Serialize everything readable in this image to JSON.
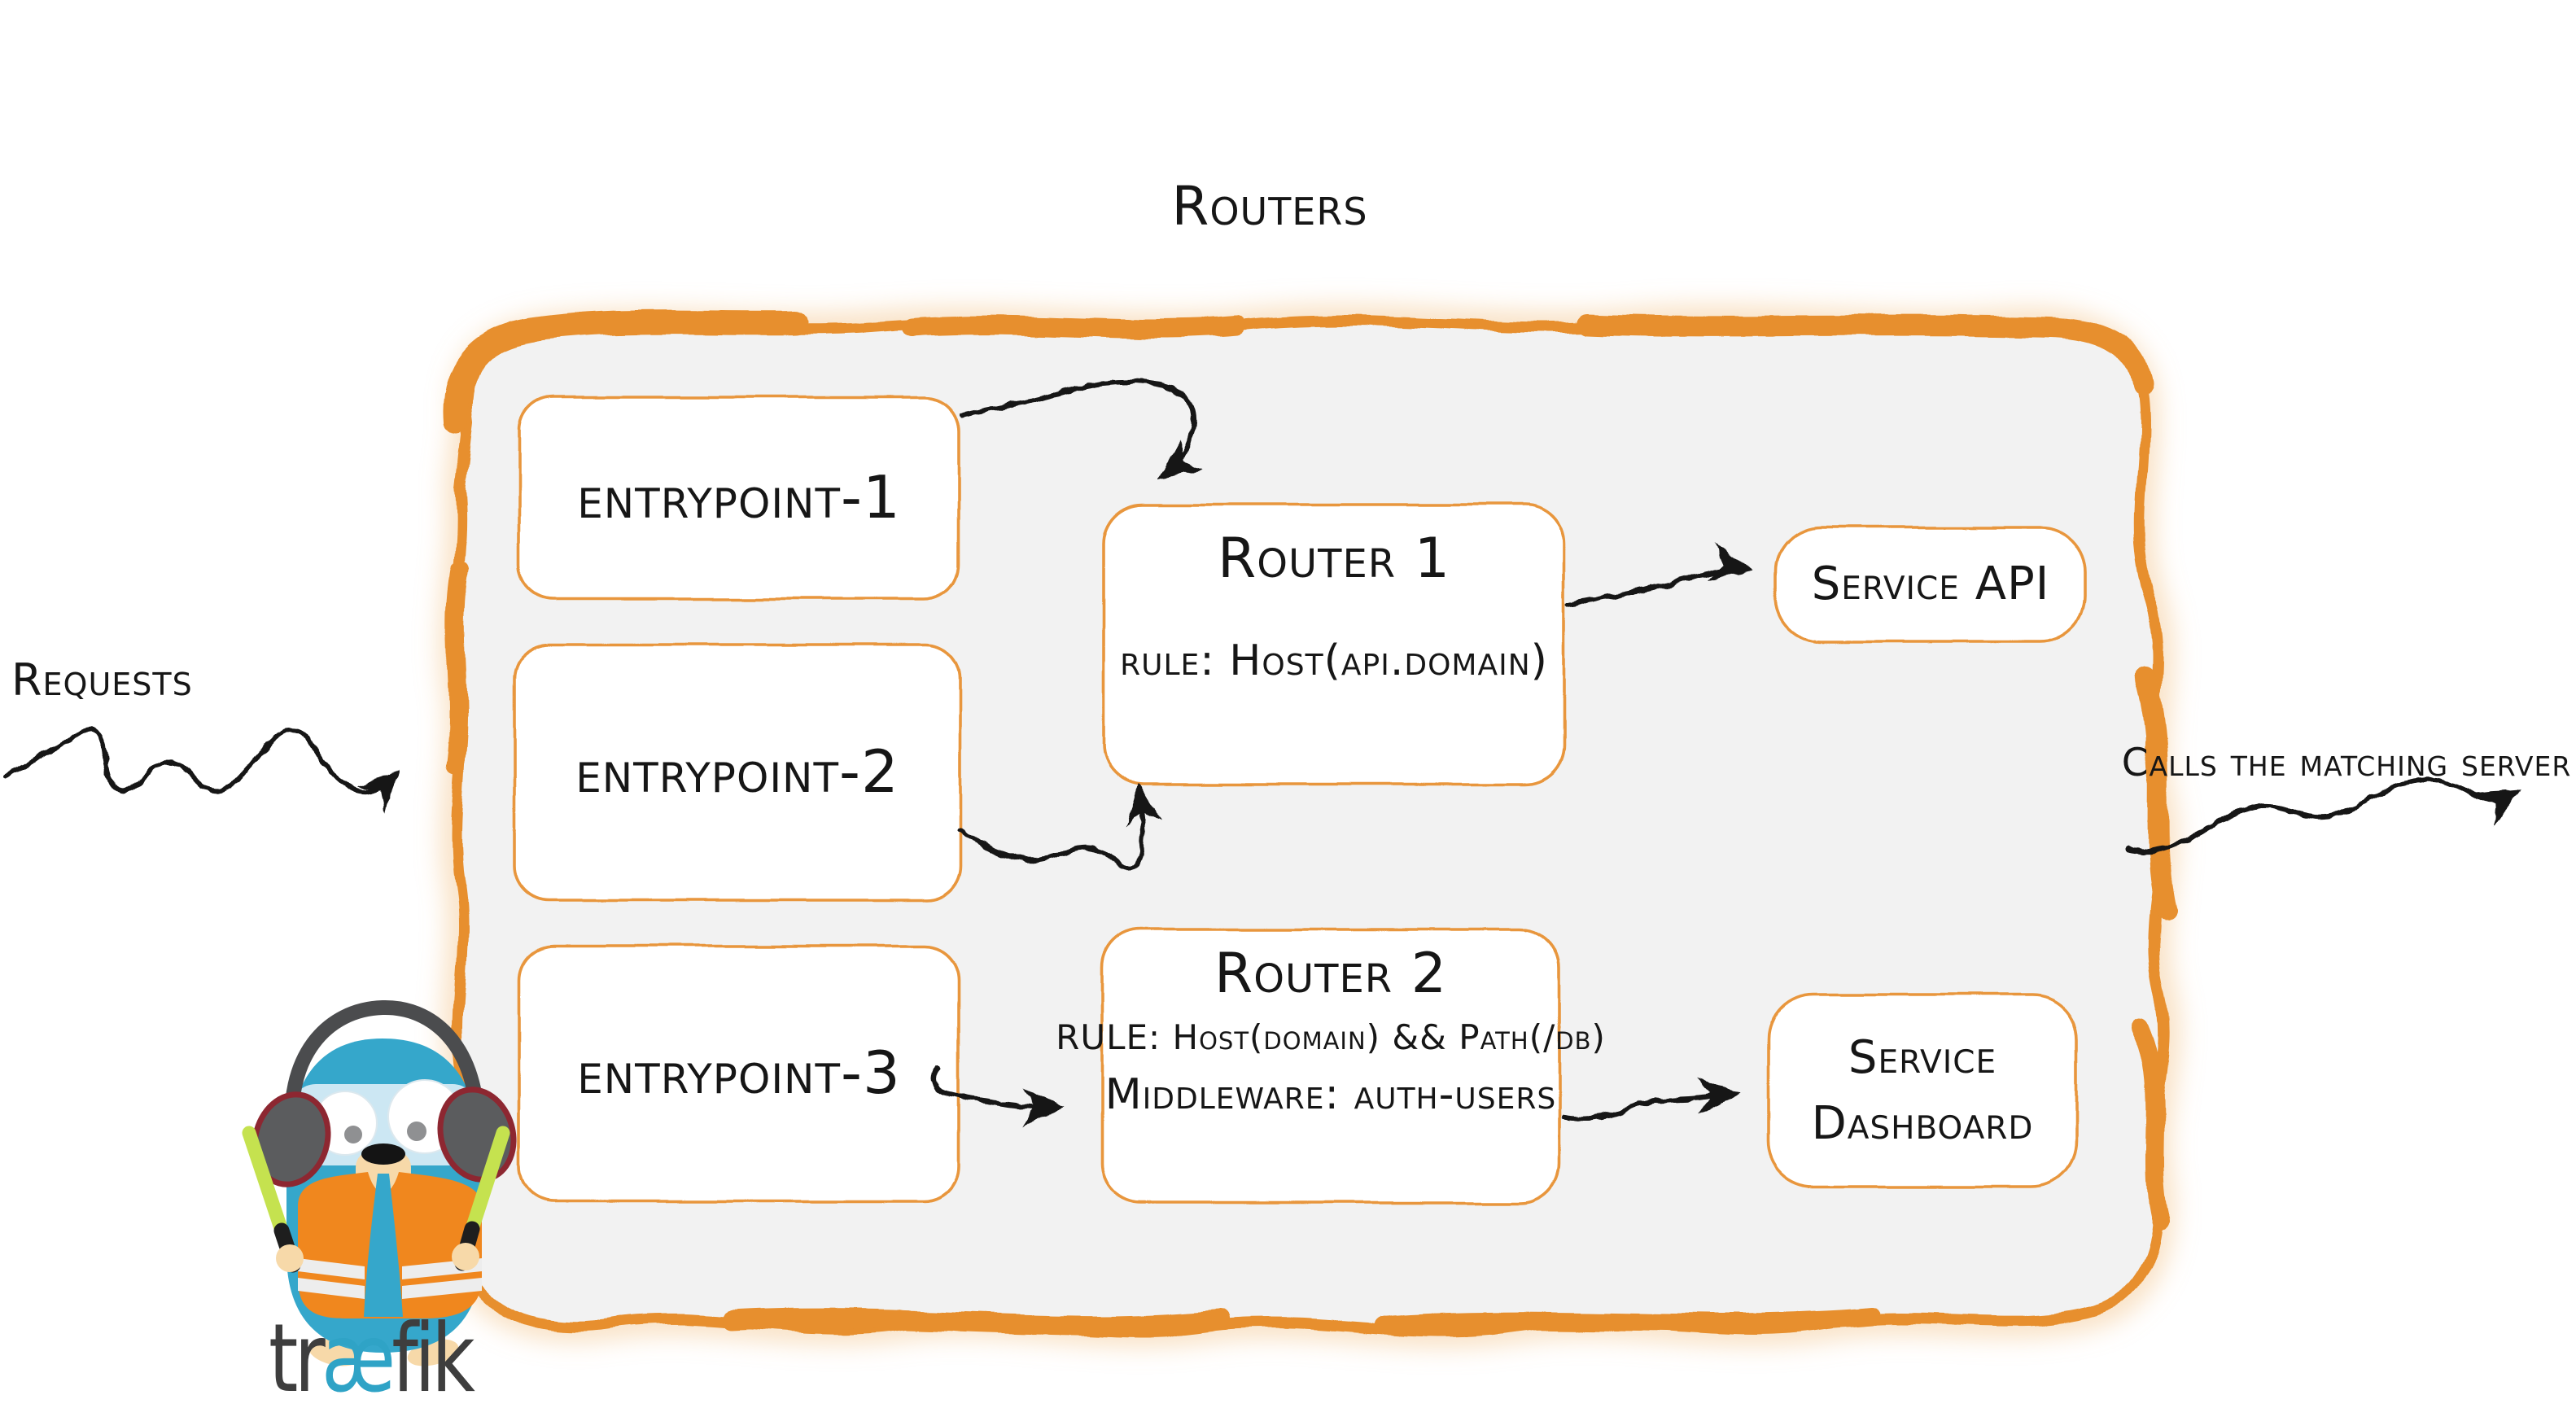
{
  "title": "Routers",
  "left_flow": {
    "label": "Requests"
  },
  "right_flow": {
    "label": "Calls the matching server"
  },
  "entrypoints": [
    {
      "label": "entrypoint-1"
    },
    {
      "label": "entrypoint-2"
    },
    {
      "label": "entrypoint-3"
    }
  ],
  "routers": [
    {
      "title": "Router 1",
      "rule": "rule: Host(api.domain)"
    },
    {
      "title": "Router 2",
      "rule": "RULE: Host(domain) && Path(/db)",
      "middleware": "Middleware: auth-users"
    }
  ],
  "services": [
    {
      "label": "Service API"
    },
    {
      "label": "Service Dashboard"
    }
  ],
  "logo": {
    "mascot": "traefik-gopher-mascot",
    "wordmark_pre": "tr",
    "wordmark_ae": "æ",
    "wordmark_post": "fik"
  },
  "colors": {
    "brush_orange": "#E78F2E",
    "box_border_orange": "#E8963C",
    "container_fill": "#F2F2F2",
    "box_fill": "#FFFFFF",
    "ink": "#161616",
    "gopher_teal": "#35A7CB",
    "vest_orange": "#F0871E",
    "wand_green": "#C5E24F",
    "headphone_gray": "#5B5C5E",
    "headphone_rim_red": "#8D2731",
    "snout_cream": "#F7D9A9",
    "wordmark_gray": "#3E3E3E"
  }
}
